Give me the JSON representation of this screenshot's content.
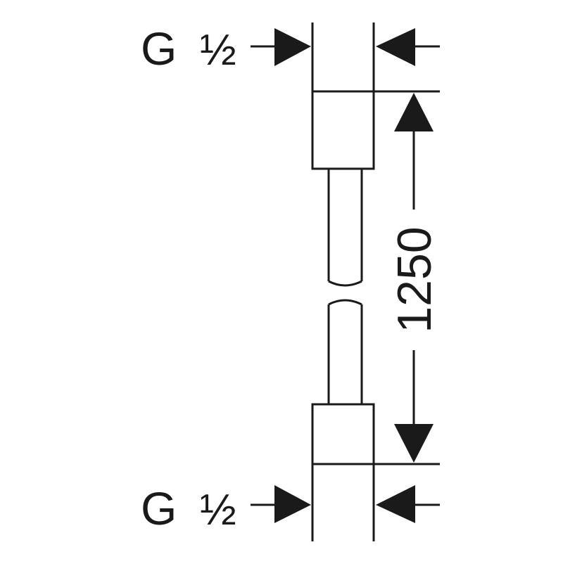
{
  "top_thread": {
    "letter": "G",
    "size": "½"
  },
  "bottom_thread": {
    "letter": "G",
    "size": "½"
  },
  "length_dimension": "1250",
  "colors": {
    "line": "#1a1a1a",
    "background": "#ffffff"
  }
}
